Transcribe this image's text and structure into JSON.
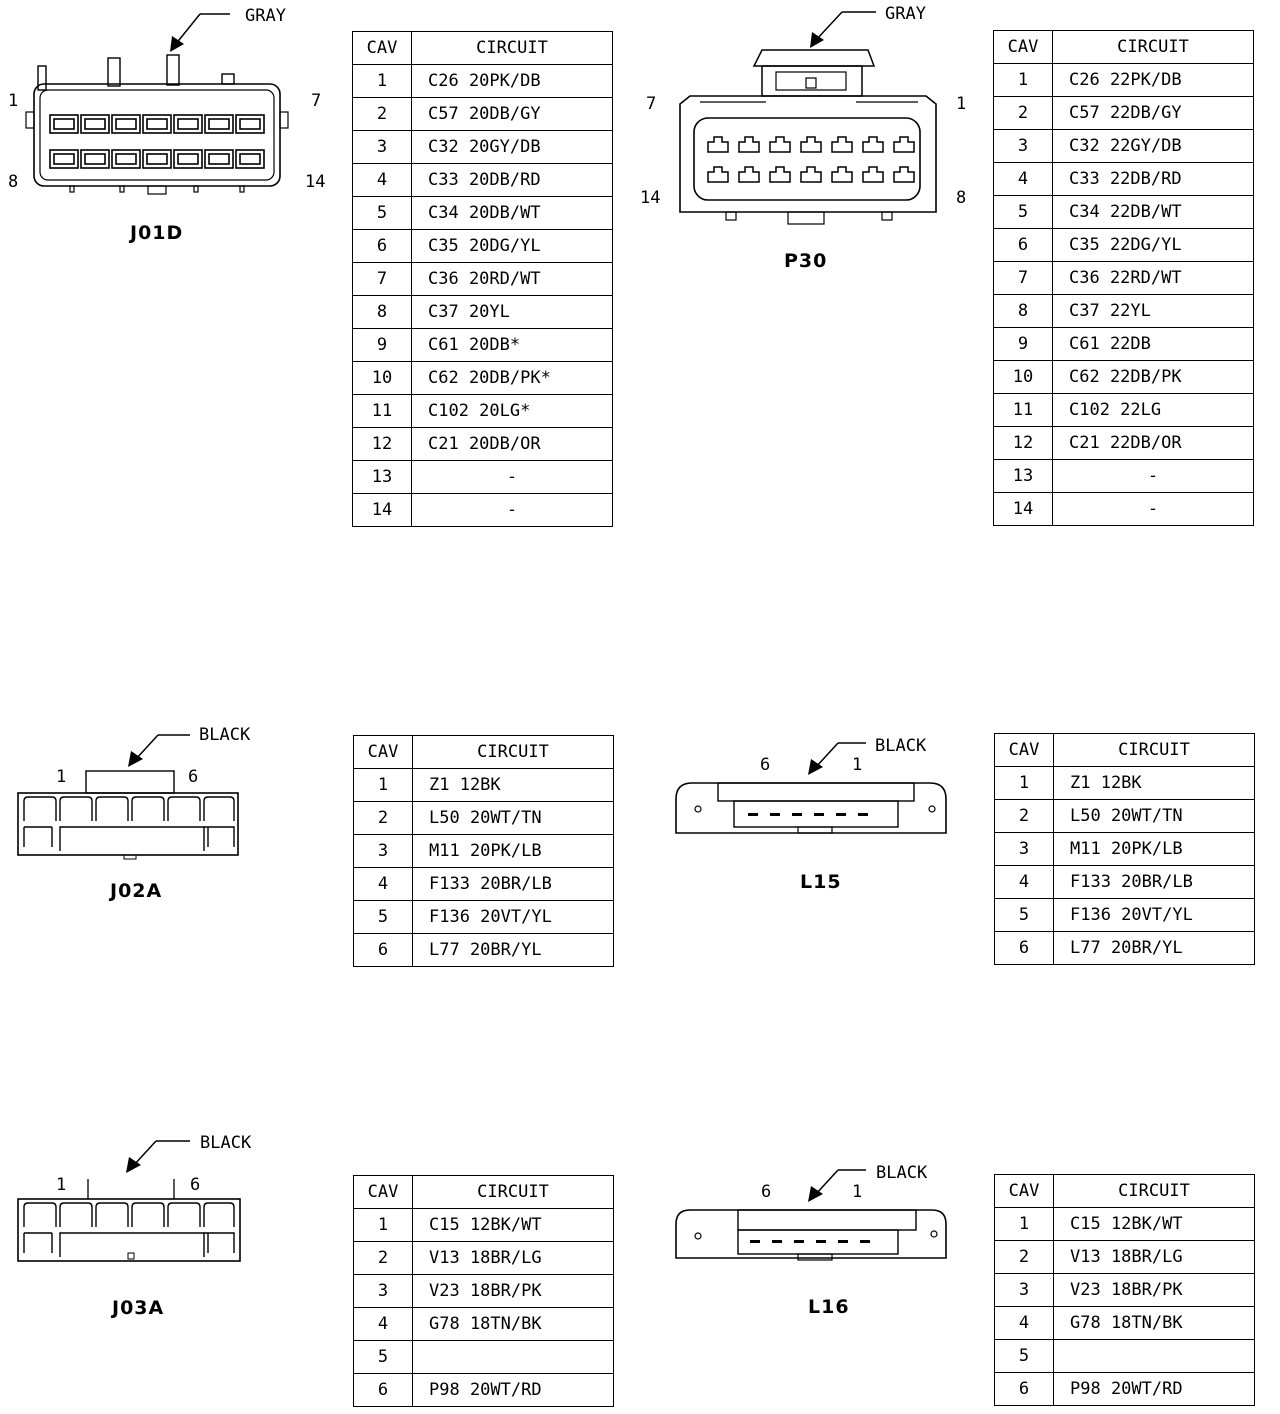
{
  "connectors": {
    "j01d": {
      "name": "J01D",
      "color": "GRAY",
      "pins": {
        "tl": "1",
        "tr": "7",
        "bl": "8",
        "br": "14"
      },
      "header": {
        "cav": "CAV",
        "circuit": "CIRCUIT"
      },
      "rows": [
        {
          "cav": "1",
          "circuit": "C26  20PK/DB"
        },
        {
          "cav": "2",
          "circuit": "C57  20DB/GY"
        },
        {
          "cav": "3",
          "circuit": "C32  20GY/DB"
        },
        {
          "cav": "4",
          "circuit": "C33  20DB/RD"
        },
        {
          "cav": "5",
          "circuit": "C34  20DB/WT"
        },
        {
          "cav": "6",
          "circuit": "C35  20DG/YL"
        },
        {
          "cav": "7",
          "circuit": "C36  20RD/WT"
        },
        {
          "cav": "8",
          "circuit": "C37  20YL"
        },
        {
          "cav": "9",
          "circuit": "C61  20DB*"
        },
        {
          "cav": "10",
          "circuit": "C62  20DB/PK*"
        },
        {
          "cav": "11",
          "circuit": "C102  20LG*"
        },
        {
          "cav": "12",
          "circuit": "C21  20DB/OR"
        },
        {
          "cav": "13",
          "circuit": "-"
        },
        {
          "cav": "14",
          "circuit": "-"
        }
      ]
    },
    "p30": {
      "name": "P30",
      "color": "GRAY",
      "pins": {
        "tl": "7",
        "tr": "1",
        "bl": "14",
        "br": "8"
      },
      "header": {
        "cav": "CAV",
        "circuit": "CIRCUIT"
      },
      "rows": [
        {
          "cav": "1",
          "circuit": "C26  22PK/DB"
        },
        {
          "cav": "2",
          "circuit": "C57  22DB/GY"
        },
        {
          "cav": "3",
          "circuit": "C32  22GY/DB"
        },
        {
          "cav": "4",
          "circuit": "C33  22DB/RD"
        },
        {
          "cav": "5",
          "circuit": "C34  22DB/WT"
        },
        {
          "cav": "6",
          "circuit": "C35  22DG/YL"
        },
        {
          "cav": "7",
          "circuit": "C36  22RD/WT"
        },
        {
          "cav": "8",
          "circuit": "C37  22YL"
        },
        {
          "cav": "9",
          "circuit": "C61  22DB"
        },
        {
          "cav": "10",
          "circuit": "C62  22DB/PK"
        },
        {
          "cav": "11",
          "circuit": "C102  22LG"
        },
        {
          "cav": "12",
          "circuit": "C21  22DB/OR"
        },
        {
          "cav": "13",
          "circuit": "-"
        },
        {
          "cav": "14",
          "circuit": "-"
        }
      ]
    },
    "j02a": {
      "name": "J02A",
      "color": "BLACK",
      "pins": {
        "l": "1",
        "r": "6"
      },
      "header": {
        "cav": "CAV",
        "circuit": "CIRCUIT"
      },
      "rows": [
        {
          "cav": "1",
          "circuit": "Z1  12BK"
        },
        {
          "cav": "2",
          "circuit": "L50  20WT/TN"
        },
        {
          "cav": "3",
          "circuit": "M11  20PK/LB"
        },
        {
          "cav": "4",
          "circuit": "F133  20BR/LB"
        },
        {
          "cav": "5",
          "circuit": "F136  20VT/YL"
        },
        {
          "cav": "6",
          "circuit": "L77  20BR/YL"
        }
      ]
    },
    "l15": {
      "name": "L15",
      "color": "BLACK",
      "pins": {
        "l": "6",
        "r": "1"
      },
      "header": {
        "cav": "CAV",
        "circuit": "CIRCUIT"
      },
      "rows": [
        {
          "cav": "1",
          "circuit": "Z1  12BK"
        },
        {
          "cav": "2",
          "circuit": "L50  20WT/TN"
        },
        {
          "cav": "3",
          "circuit": "M11  20PK/LB"
        },
        {
          "cav": "4",
          "circuit": "F133  20BR/LB"
        },
        {
          "cav": "5",
          "circuit": "F136  20VT/YL"
        },
        {
          "cav": "6",
          "circuit": "L77  20BR/YL"
        }
      ]
    },
    "j03a": {
      "name": "J03A",
      "color": "BLACK",
      "pins": {
        "l": "1",
        "r": "6"
      },
      "header": {
        "cav": "CAV",
        "circuit": "CIRCUIT"
      },
      "rows": [
        {
          "cav": "1",
          "circuit": "C15  12BK/WT"
        },
        {
          "cav": "2",
          "circuit": "V13  18BR/LG"
        },
        {
          "cav": "3",
          "circuit": "V23  18BR/PK"
        },
        {
          "cav": "4",
          "circuit": "G78  18TN/BK"
        },
        {
          "cav": "5",
          "circuit": ""
        },
        {
          "cav": "6",
          "circuit": "P98  20WT/RD"
        }
      ]
    },
    "l16": {
      "name": "L16",
      "color": "BLACK",
      "pins": {
        "l": "6",
        "r": "1"
      },
      "header": {
        "cav": "CAV",
        "circuit": "CIRCUIT"
      },
      "rows": [
        {
          "cav": "1",
          "circuit": "C15  12BK/WT"
        },
        {
          "cav": "2",
          "circuit": "V13  18BR/LG"
        },
        {
          "cav": "3",
          "circuit": "V23  18BR/PK"
        },
        {
          "cav": "4",
          "circuit": "G78  18TN/BK"
        },
        {
          "cav": "5",
          "circuit": ""
        },
        {
          "cav": "6",
          "circuit": "P98  20WT/RD"
        }
      ]
    }
  }
}
